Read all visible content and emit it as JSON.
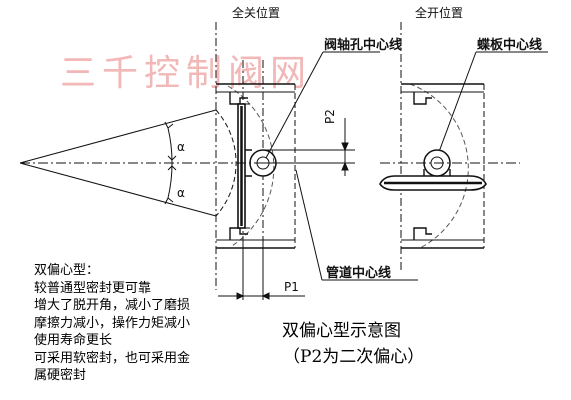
{
  "watermark": "三千控制阀网",
  "headers": {
    "closed": "全关位置",
    "open": "全开位置"
  },
  "labels": {
    "shaft_centerline": "阀轴孔中心线",
    "disc_centerline": "蝶板中心线",
    "pipe_centerline": "管道中心线",
    "p1": "P1",
    "p2": "P2",
    "alpha_top": "α",
    "alpha_bottom": "α"
  },
  "notes": {
    "title": "双偏心型：",
    "lines": [
      "较普通型密封更可靠",
      "增大了脱开角，减小了磨损",
      "摩擦力减小，操作力矩减小",
      "使用寿命更长",
      "可采用软密封，也可采用金",
      "属硬密封"
    ]
  },
  "caption": {
    "line1": "双偏心型示意图",
    "line2": "（P2为二次偏心）"
  }
}
